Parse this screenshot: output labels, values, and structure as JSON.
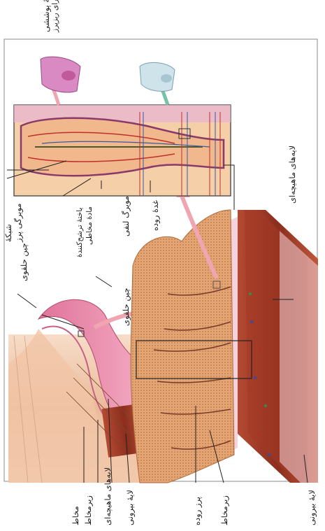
{
  "labels": {
    "epithelial_cell": "یاختهٔ پوششی",
    "with_microvilli": "دارای ریزپرز",
    "capillary_network": "شبکهٔ",
    "villus_capillary": "مویرگی پرز",
    "circular_fold_1": "چین حلقوی",
    "mucus_secreting_cell": "یاختهٔ ترشح‌کنندهٔ",
    "mucus_substance": "مادهٔ مخاطی",
    "lymph_capillary": "مویرگ لنفی",
    "intestinal_gland": "غدهٔ روده",
    "muscle_layers_right": "لایه‌های ماهیچه‌ای",
    "circular_fold_2": "چین حلقوی",
    "mucosa": "مخاط",
    "submucosa_left": "زیرمخاط",
    "muscle_layers_left": "لایه‌های ماهیچه‌ای",
    "outer_layer_left": "لایهٔ بیرونی",
    "intestinal_villus": "پرز روده",
    "submucosa_bottom": "زیرمخاط",
    "outer_layer_bottom": "لایهٔ بیرونی"
  }
}
